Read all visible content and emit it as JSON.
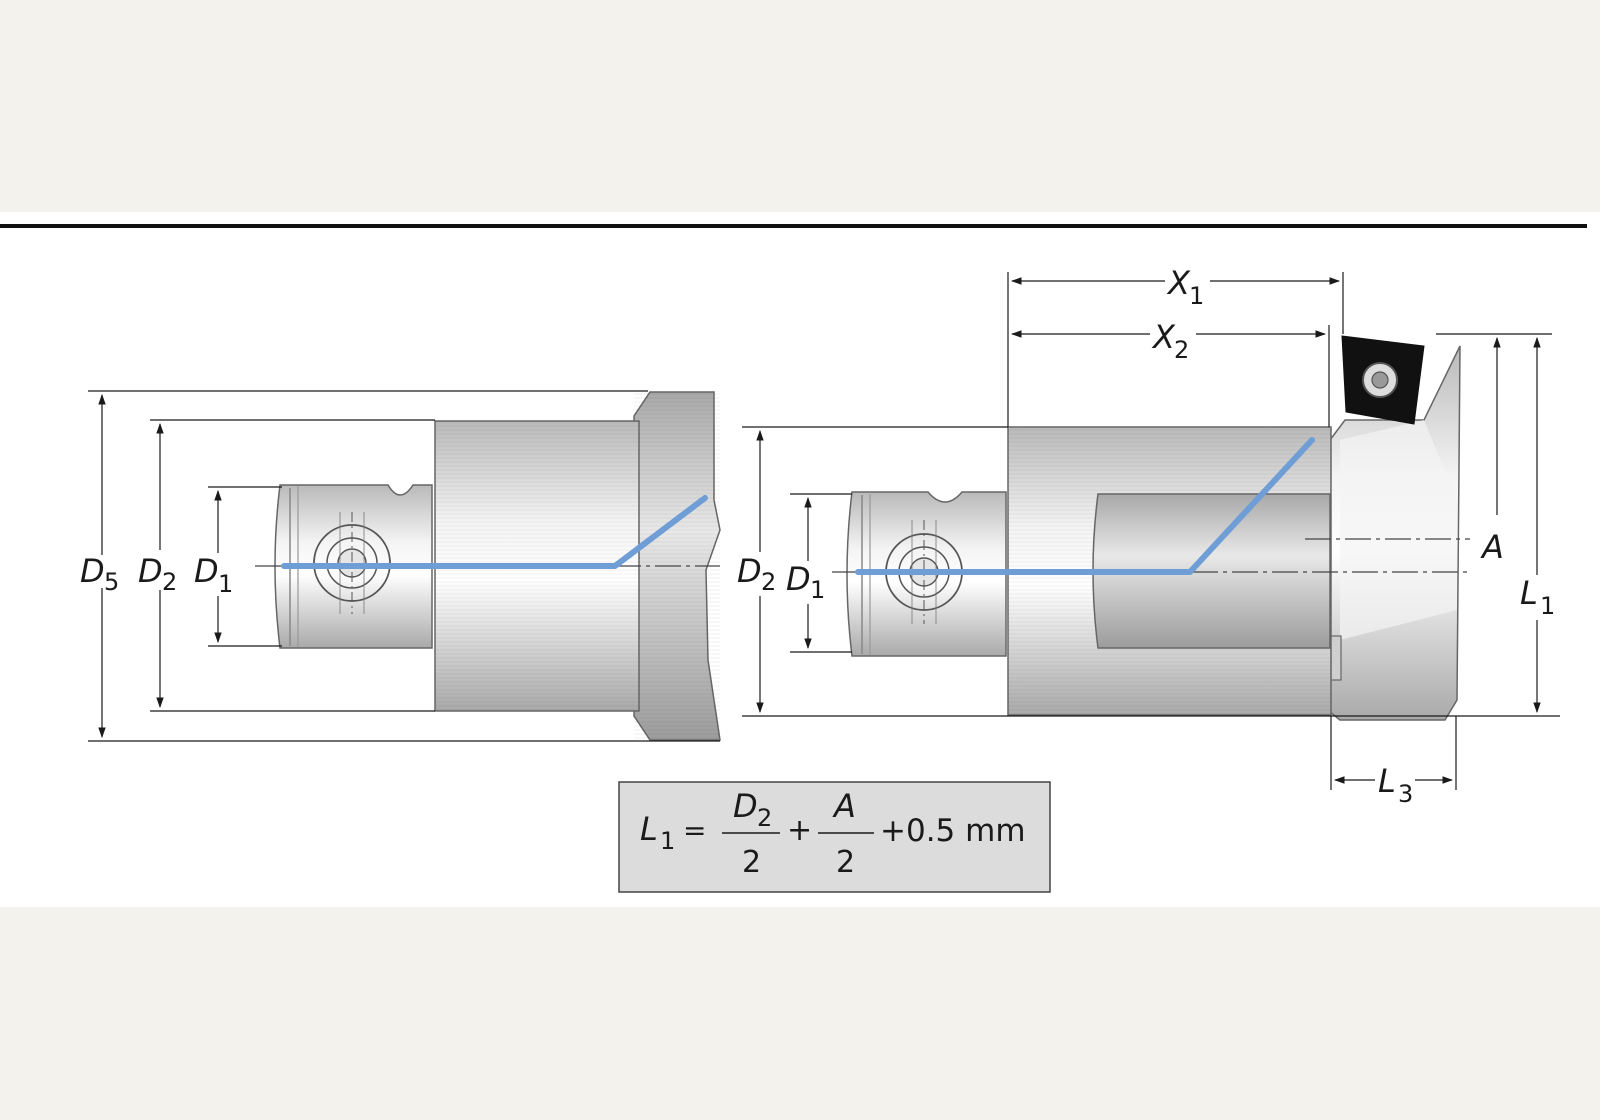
{
  "colors": {
    "page_background": "#f3f2ed",
    "panel_background": "#ffffff",
    "coolant_line": "#6f9ed6",
    "formula_box": "#dcdcdc",
    "line": "#1a1a1a"
  },
  "left_tool": {
    "labels": [
      {
        "key": "d5",
        "main": "D",
        "sub": "5"
      },
      {
        "key": "d2",
        "main": "D",
        "sub": "2"
      },
      {
        "key": "d1",
        "main": "D",
        "sub": "1"
      }
    ]
  },
  "right_tool": {
    "labels": [
      {
        "key": "d2",
        "main": "D",
        "sub": "2"
      },
      {
        "key": "d1",
        "main": "D",
        "sub": "1"
      },
      {
        "key": "x1",
        "main": "X",
        "sub": "1"
      },
      {
        "key": "x2",
        "main": "X",
        "sub": "2"
      },
      {
        "key": "a",
        "main": "A",
        "sub": ""
      },
      {
        "key": "l1",
        "main": "L",
        "sub": "1"
      },
      {
        "key": "l3",
        "main": "L",
        "sub": "3"
      }
    ]
  },
  "formula": {
    "lhs_main": "L",
    "lhs_sub": "1",
    "equals": "=",
    "frac1_num_main": "D",
    "frac1_num_sub": "2",
    "frac1_den": "2",
    "plus1": "+",
    "frac2_num": "A",
    "frac2_den": "2",
    "tail": "+0.5 mm"
  }
}
